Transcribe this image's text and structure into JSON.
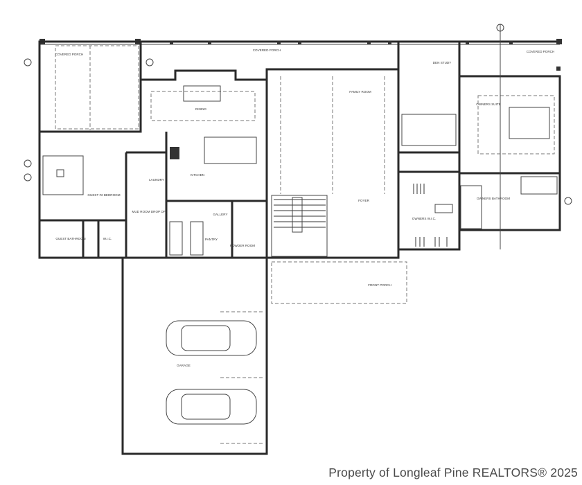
{
  "rooms": {
    "covered_porch_left": "COVERED PORCH",
    "covered_porch_center": "COVERED PORCH",
    "covered_porch_right": "COVERED PORCH",
    "dining": "DINING",
    "kitchen": "KITCHEN",
    "guest_bedroom": "GUEST #2 BEDROOM",
    "laundry": "LAUNDRY",
    "mud_room": "MUD ROOM DROP OFF",
    "gallery": "GALLERY",
    "pantry": "PANTRY",
    "powder_room": "POWDER ROOM",
    "guest_bathroom": "GUEST BATHROOM",
    "wic": "W.I.C.",
    "family_room": "FAMILY ROOM",
    "foyer": "FOYER",
    "den": "DEN STUDY",
    "owners_suite": "OWNERS SUITE",
    "owners_wic": "OWNERS W.I.C.",
    "owners_bathroom": "OWNERS BATHROOM",
    "front_porch": "FRONT PORCH",
    "garage": "GARAGE"
  },
  "watermark": "Property of Longleaf Pine REALTORS® 2025"
}
